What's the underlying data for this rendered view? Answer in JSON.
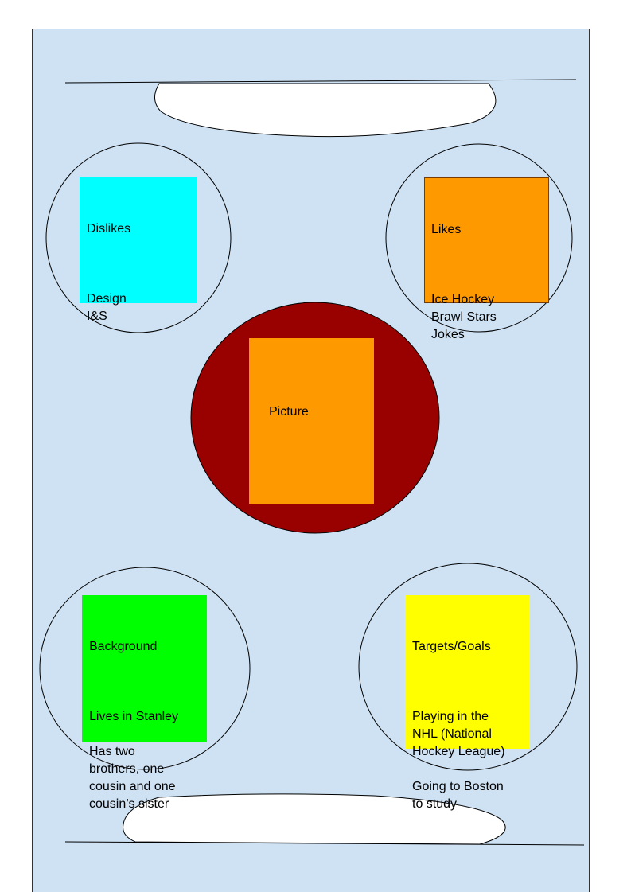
{
  "colors": {
    "page_background": "#cfe2f3",
    "outline": "#000000",
    "dislikes_fill": "#00ffff",
    "likes_fill": "#ff9900",
    "picture_circle_fill": "#990000",
    "picture_fill": "#ff9900",
    "background_fill": "#00ff00",
    "goals_fill": "#ffff00",
    "puck_fill": "#ffffff"
  },
  "dislikes": {
    "title": "Dislikes",
    "items": "Design\nI&S"
  },
  "likes": {
    "title": "Likes",
    "items": "Ice Hockey\nBrawl Stars\nJokes"
  },
  "picture": {
    "label": "Picture"
  },
  "background": {
    "title": "Background",
    "body": "Lives in Stanley\n\nHas two\nbrothers, one\ncousin and one\ncousin’s sister"
  },
  "goals": {
    "title": "Targets/Goals",
    "body": "Playing in the\nNHL (National\nHockey League)\n\nGoing to Boston\nto study"
  }
}
